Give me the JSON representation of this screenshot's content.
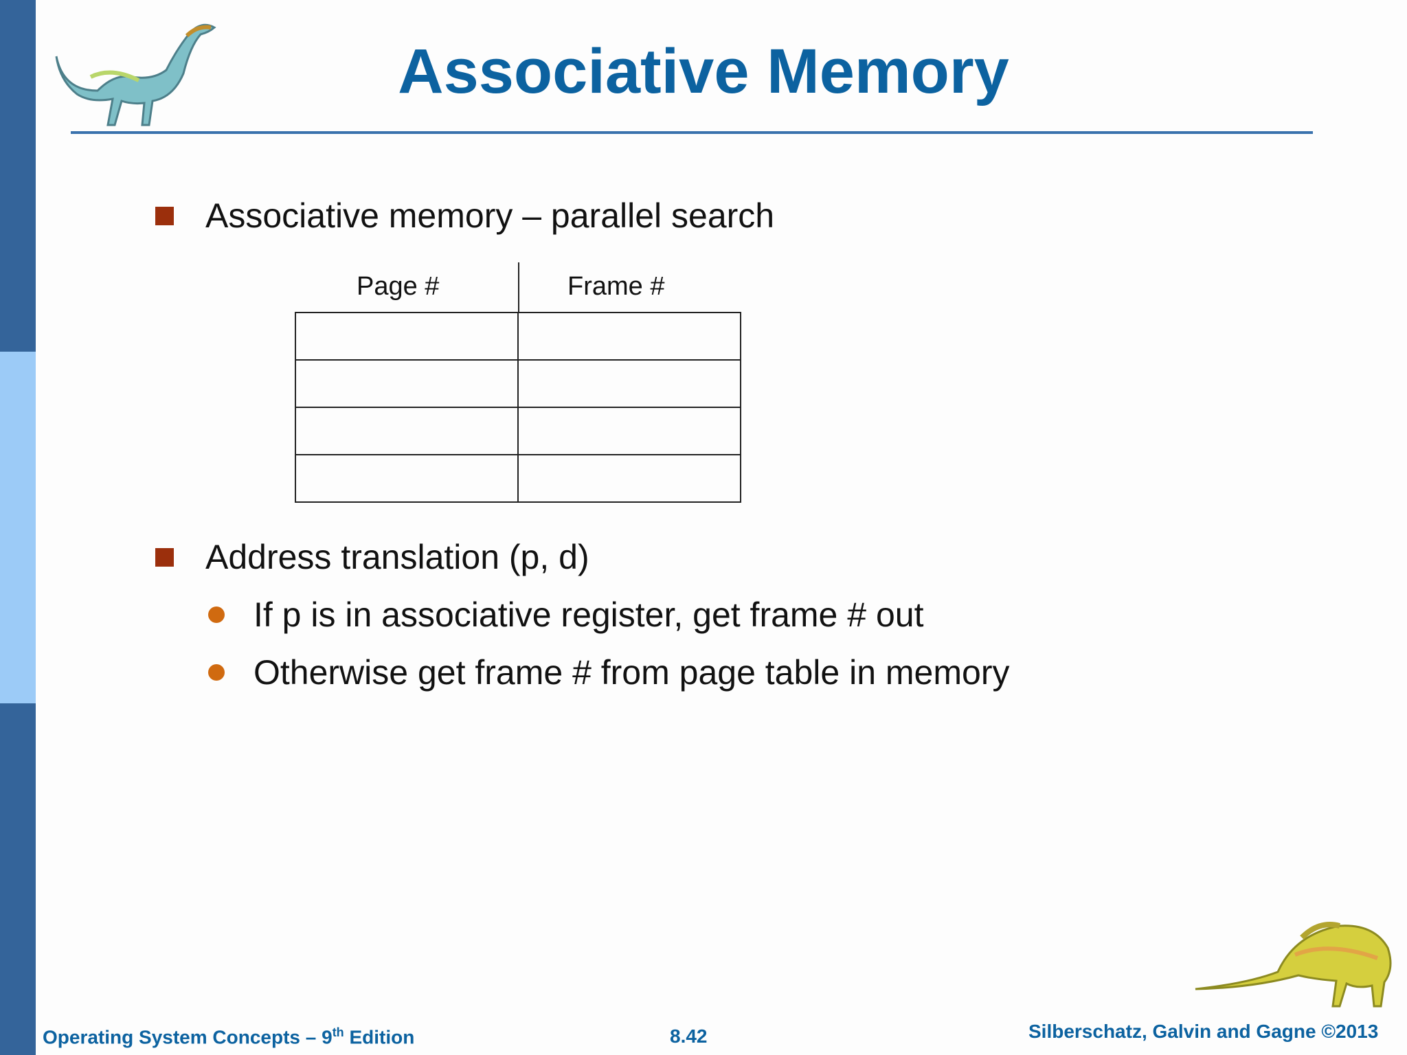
{
  "slide": {
    "title": "Associative Memory"
  },
  "bullets": {
    "item1": "Associative memory – parallel search",
    "item2": "Address translation (p, d)",
    "sub1": "If p is in associative register, get frame # out",
    "sub2": "Otherwise get frame # from page table in memory"
  },
  "table": {
    "col1": "Page #",
    "col2": "Frame #",
    "rows": [
      [
        "",
        ""
      ],
      [
        "",
        ""
      ],
      [
        "",
        ""
      ],
      [
        "",
        ""
      ]
    ]
  },
  "footer": {
    "book_pre": "Operating System Concepts – 9",
    "book_sup": "th",
    "book_post": " Edition",
    "page": "8.42",
    "authors": "Silberschatz, Galvin and Gagne ©2013"
  },
  "colors": {
    "title": "#0c62a0",
    "bullet_square": "#9b2f0c",
    "bullet_dot": "#d06a10",
    "sidebar_dark": "#34649a",
    "sidebar_light": "#9ccbf7"
  },
  "icons": [
    "dinosaur-top-icon",
    "dinosaur-bottom-icon"
  ]
}
